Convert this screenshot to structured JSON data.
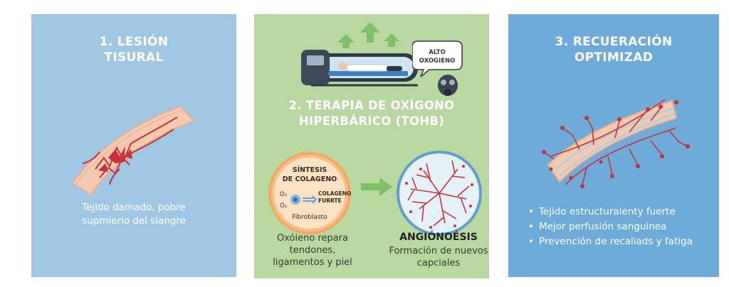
{
  "panel1": {
    "title": "1. LESIÓN\nTISURAL",
    "caption": "Tejido damado, pobre\nsupmierio del slangre"
  },
  "panel2": {
    "title": "2. TERAPIA DE OXÍGONO\nHIPERBÁRICO (TOHB)",
    "speech_bubble": [
      "ALTO",
      "OXOGIENO"
    ],
    "collagen_circle": {
      "title": [
        "SÍNTESIS",
        "DE COLAGENO"
      ],
      "o2_top": "O₂",
      "o2_bottom": "O₂",
      "product": [
        "COLAGENO",
        "FURRTE"
      ],
      "cell": "Fibroblasto"
    },
    "left_caption": "Oxóieno repara\ntendones,\nligamentos y piel",
    "right_title": "ANGIÓNOÉSIS",
    "right_caption": "Formación de nuevos\ncapciales"
  },
  "panel3": {
    "title": "3. RECUERACIÓN\nOPTIMIZAD",
    "bullets": [
      "Tejido estructuralenty fuerte",
      "Mejor perfusión sanguinea",
      "Prevención de recaliads y fatiga"
    ]
  },
  "colors": {
    "panel1_bg": "#9fc7e4",
    "panel2_bg": "#b9d8a0",
    "panel3_bg": "#6eabd8",
    "vessel_red": "#c8323a",
    "tissue_pink": "#f3c9b0",
    "arrow_green": "#7fc06a"
  }
}
